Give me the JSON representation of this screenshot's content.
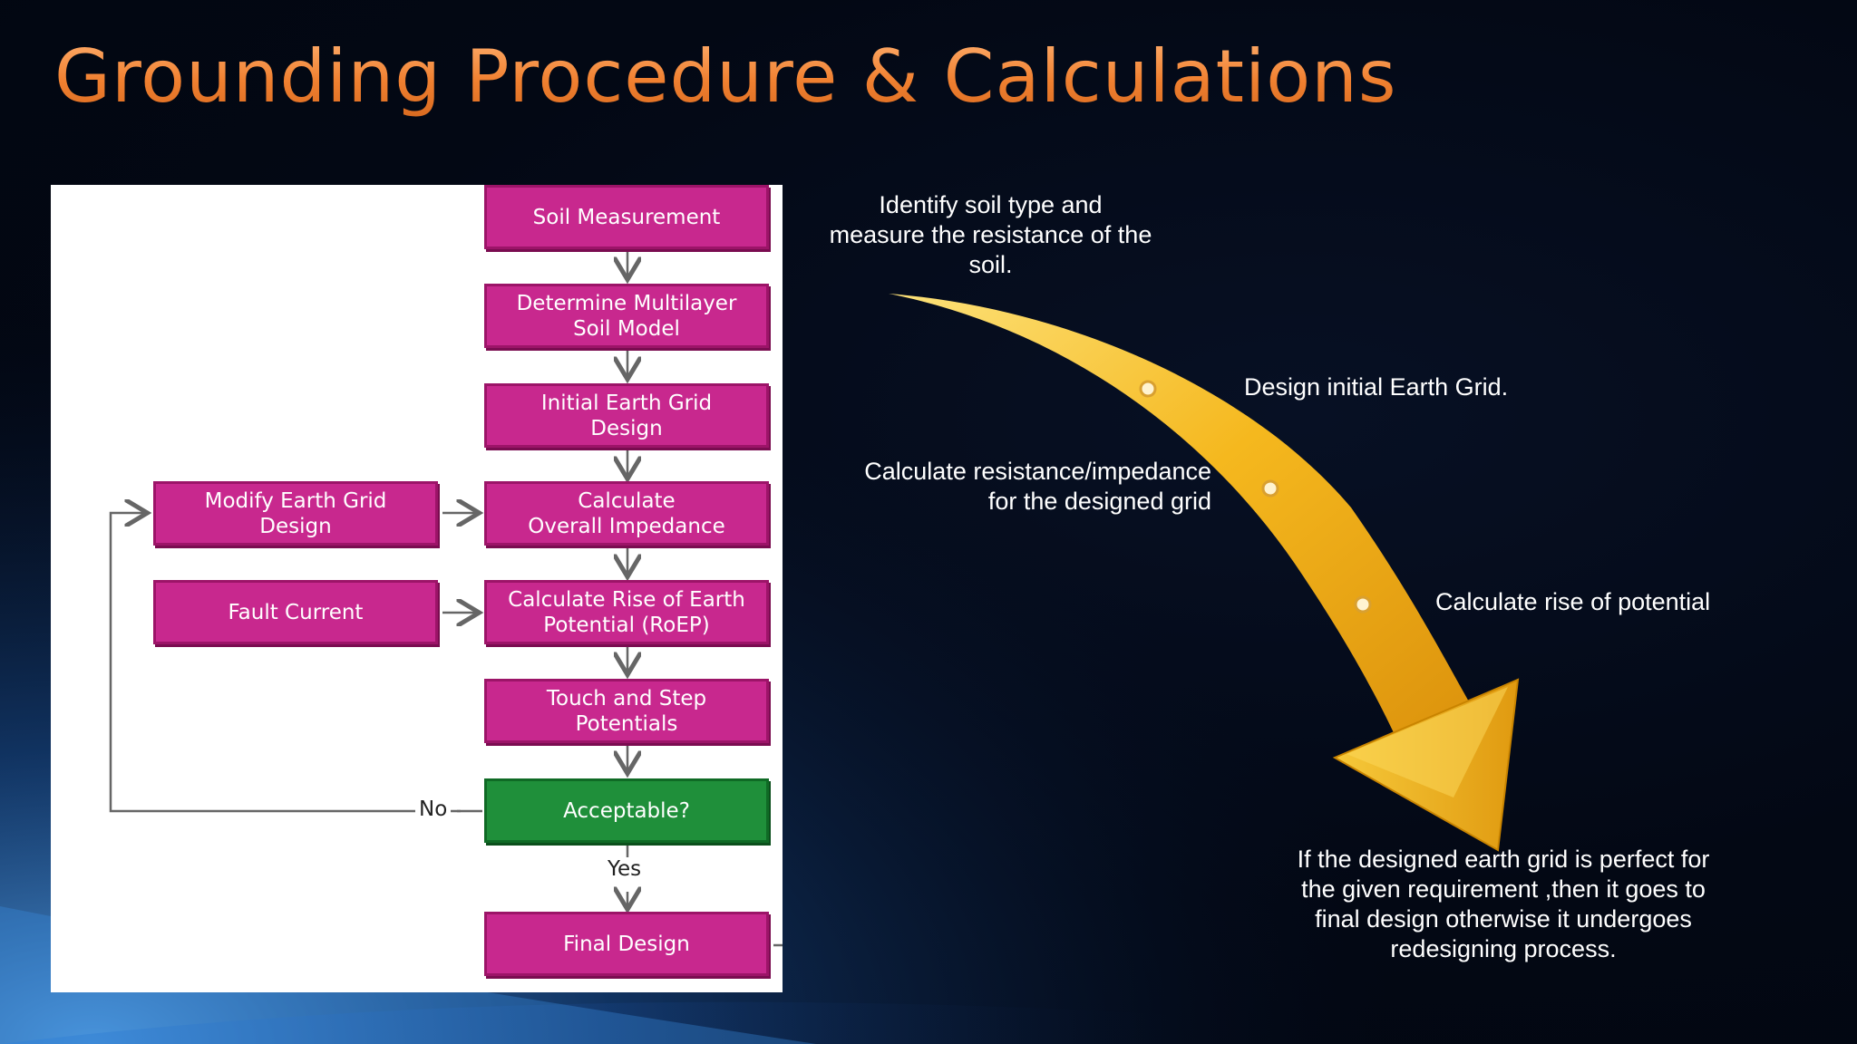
{
  "slide": {
    "title": "Grounding Procedure & Calculations"
  },
  "flowchart": {
    "boxes": {
      "soil_measurement": "Soil Measurement",
      "multilayer_model": "Determine Multilayer\nSoil Model",
      "initial_grid": "Initial Earth Grid\nDesign",
      "overall_impedance": "Calculate\nOverall Impedance",
      "rise_of_potential": "Calculate Rise of Earth\nPotential (RoEP)",
      "touch_step": "Touch and Step\nPotentials",
      "acceptable": "Acceptable?",
      "final_design": "Final Design",
      "modify_grid": "Modify Earth Grid\nDesign",
      "fault_current": "Fault Current"
    },
    "labels": {
      "no": "No",
      "yes": "Yes"
    }
  },
  "annotations": {
    "identify_soil": "Identify soil type and\nmeasure the resistance of the\nsoil.",
    "design_grid": "Design initial Earth Grid.",
    "calculate_impedance": "Calculate resistance/impedance\nfor the designed grid",
    "calculate_rise": "Calculate rise of potential",
    "final_note": "If the designed earth grid is perfect for\nthe given requirement ,then it goes to\nfinal design otherwise it undergoes\nredesigning process."
  },
  "colors": {
    "title": "#f08a3a",
    "box_magenta": "#c8288e",
    "box_green": "#1f8f3a",
    "arrow_gold": "#f2b21c"
  }
}
